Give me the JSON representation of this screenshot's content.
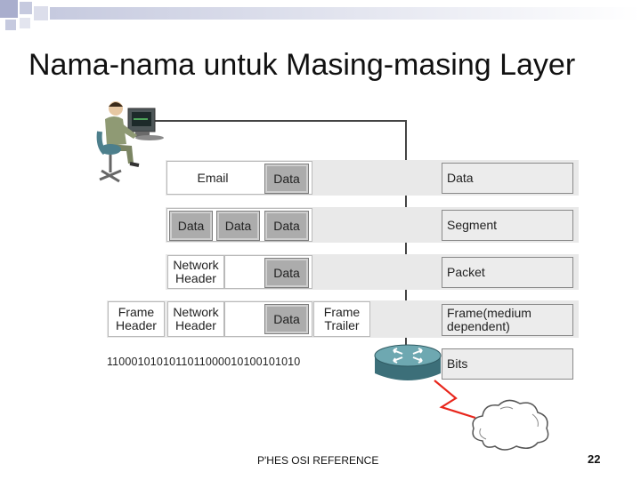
{
  "slide": {
    "title": "Nama-nama untuk Masing-masing Layer",
    "footer": "P'HES  OSI REFERENCE",
    "page_number": "22"
  },
  "diagram": {
    "rows": [
      {
        "cells": [
          "Email",
          "Data"
        ],
        "name": "Data"
      },
      {
        "cells": [
          "Data",
          "Data",
          "Data"
        ],
        "name": "Segment"
      },
      {
        "cells": [
          "Network\nHeader",
          "Data"
        ],
        "name": "Packet"
      },
      {
        "cells": [
          "Frame\nHeader",
          "Network\nHeader",
          "Data",
          "Frame\nTrailer"
        ],
        "name": "Frame(medium\ndependent)"
      }
    ],
    "bits_text": "1100010101011011000010100101010",
    "bits_name": "Bits",
    "icons": [
      "user-at-computer-icon",
      "router-icon",
      "cloud-icon"
    ]
  }
}
